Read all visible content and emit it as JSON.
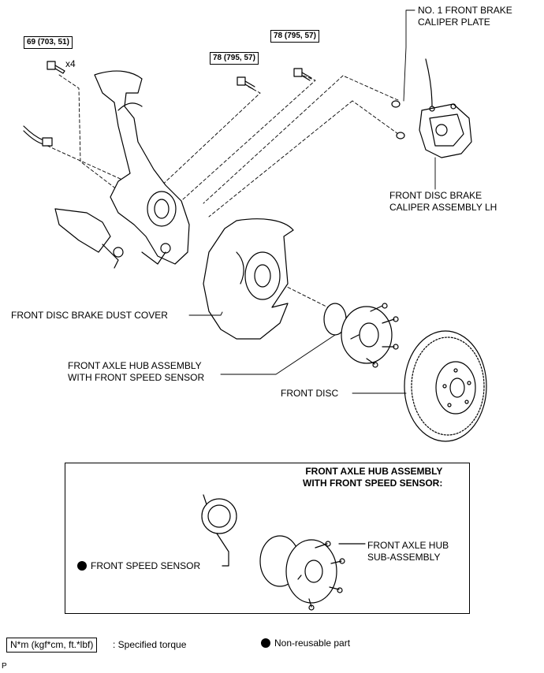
{
  "callouts": {
    "torque_69": "69 (703, 51)",
    "torque_78_a": "78 (795, 57)",
    "torque_78_b": "78 (795, 57)",
    "qty_x4": "x4",
    "caliper_plate": [
      "NO. 1 FRONT BRAKE",
      "CALIPER PLATE"
    ],
    "caliper_assembly": [
      "FRONT DISC BRAKE",
      "CALIPER ASSEMBLY LH"
    ],
    "dust_cover": "FRONT DISC BRAKE DUST COVER",
    "axle_hub_assembly": [
      "FRONT AXLE HUB ASSEMBLY",
      "WITH FRONT SPEED SENSOR"
    ],
    "front_disc": "FRONT DISC"
  },
  "detail": {
    "title": [
      "FRONT AXLE HUB ASSEMBLY",
      "WITH FRONT SPEED SENSOR:"
    ],
    "speed_sensor": "FRONT SPEED SENSOR",
    "hub_sub_assembly": [
      "FRONT AXLE HUB",
      "SUB-ASSEMBLY"
    ]
  },
  "legend": {
    "torque_box": "N*m (kgf*cm, ft.*lbf)",
    "torque_text": ": Specified torque",
    "non_reusable": "Non-reusable part"
  },
  "figure_code": "P"
}
